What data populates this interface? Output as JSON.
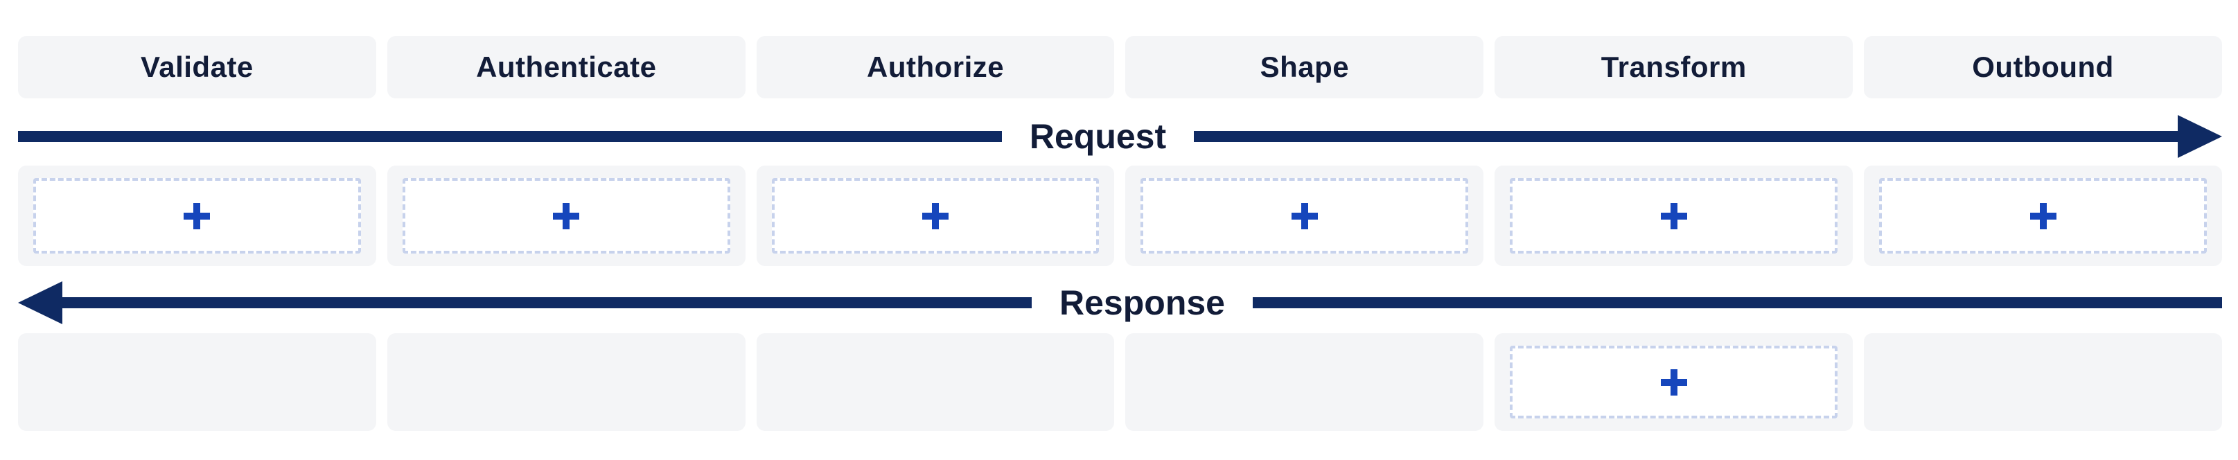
{
  "palette": {
    "navy": "#0f2a63",
    "text_navy": "#121c38",
    "blue": "#1646bc",
    "cell_bg": "#f4f5f7",
    "dashed_border": "#c7d2ec",
    "slot_bg": "#ffffff"
  },
  "stages": [
    {
      "label": "Validate"
    },
    {
      "label": "Authenticate"
    },
    {
      "label": "Authorize"
    },
    {
      "label": "Shape"
    },
    {
      "label": "Transform"
    },
    {
      "label": "Outbound"
    }
  ],
  "request_flow": {
    "label": "Request",
    "direction": "right",
    "add_icon": "plus-icon",
    "add_slots": [
      true,
      true,
      true,
      true,
      true,
      true
    ]
  },
  "response_flow": {
    "label": "Response",
    "direction": "left",
    "add_icon": "plus-icon",
    "add_slots": [
      false,
      false,
      false,
      false,
      true,
      false
    ]
  }
}
